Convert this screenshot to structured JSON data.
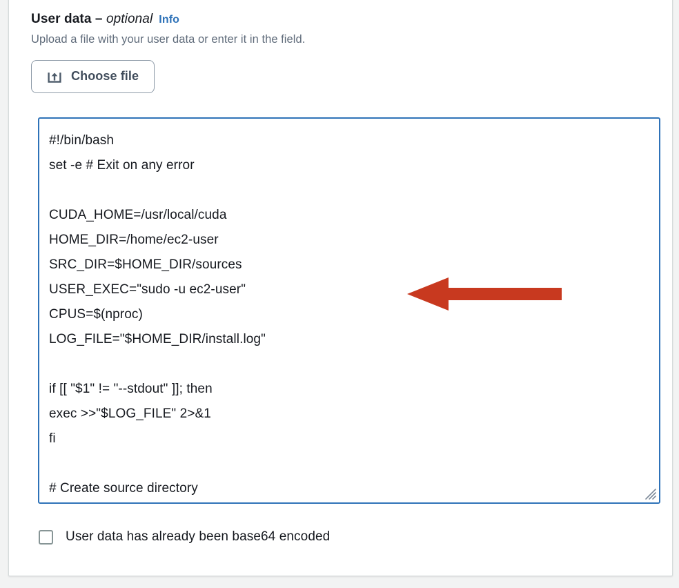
{
  "form": {
    "label_main": "User data",
    "label_separator": " – ",
    "label_optional": "optional",
    "info_link": "Info",
    "description": "Upload a file with your user data or enter it in the field.",
    "choose_file_label": "Choose file",
    "choose_file_icon": "upload-icon"
  },
  "user_data": {
    "script": "#!/bin/bash\nset -e # Exit on any error\n\nCUDA_HOME=/usr/local/cuda\nHOME_DIR=/home/ec2-user\nSRC_DIR=$HOME_DIR/sources\nUSER_EXEC=\"sudo -u ec2-user\"\nCPUS=$(nproc)\nLOG_FILE=\"$HOME_DIR/install.log\"\n\nif [[ \"$1\" != \"--stdout\" ]]; then\nexec >>\"$LOG_FILE\" 2>&1\nfi\n\n# Create source directory",
    "resize_handle_icon": "resize-grip-icon"
  },
  "checkbox": {
    "label": "User data has already been base64 encoded",
    "checked": false
  },
  "annotation": {
    "type": "arrow",
    "direction": "left",
    "color": "#c8391f"
  },
  "colors": {
    "accent_blue": "#2e72b8",
    "text_primary": "#16191f",
    "text_secondary": "#5f6b7a",
    "border_gray": "#8c99a7",
    "page_background": "#f2f3f3",
    "card_background": "#ffffff"
  }
}
